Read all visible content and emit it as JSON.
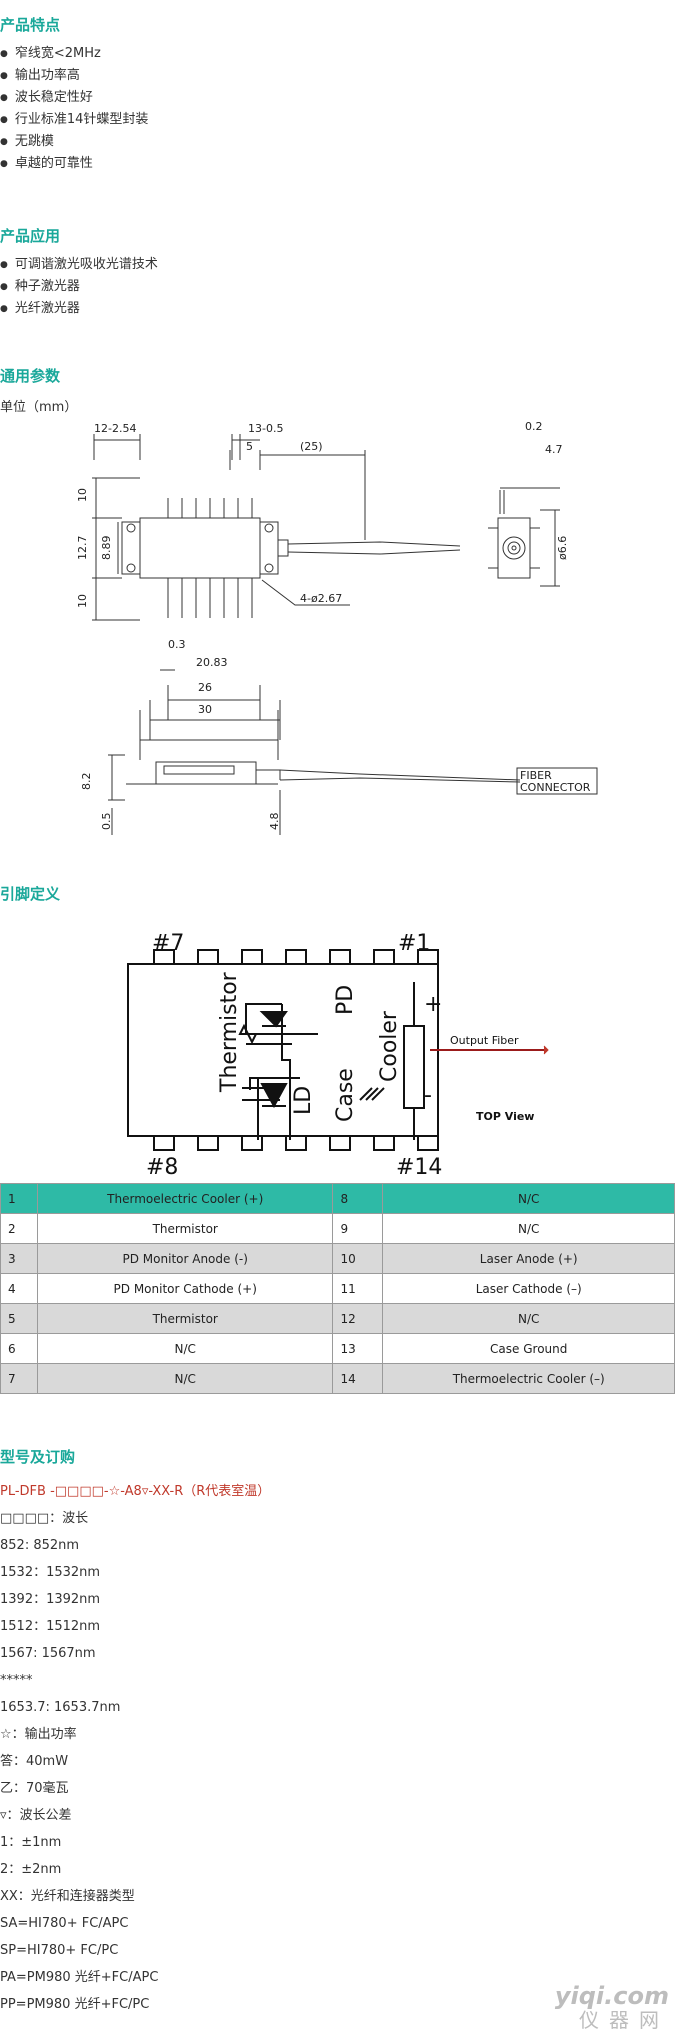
{
  "features": {
    "title": "产品特点",
    "items": [
      "窄线宽<2MHz",
      "输出功率高",
      "波长稳定性好",
      "行业标准14针蝶型封装",
      "无跳模",
      "卓越的可靠性"
    ]
  },
  "applications": {
    "title": "产品应用",
    "items": [
      "可调谐激光吸收光谱技术",
      "种子激光器",
      "光纤激光器"
    ]
  },
  "params": {
    "title": "通用参数",
    "unit": "单位（mm）",
    "dims": {
      "d1": "12-2.54",
      "d2": "13-0.5",
      "d3": "5",
      "d4": "(25)",
      "d5": "0.2",
      "d6": "4.7",
      "d7": "10",
      "d8": "12.7",
      "d9": "8.89",
      "d10": "10",
      "d11": "ø6.6",
      "d12": "4-ø2.67",
      "d13": "0.3",
      "d14": "20.83",
      "d15": "26",
      "d16": "30",
      "d17": "8.2",
      "d18": "0.5",
      "d19": "4.8",
      "fiber1": "FIBER",
      "fiber2": "CONNECTOR"
    }
  },
  "pinout": {
    "title": "引脚定义",
    "diagram": {
      "p7": "#7",
      "p1": "#1",
      "p8": "#8",
      "p14": "#14",
      "thermistor": "Thermistor",
      "pd": "PD",
      "ld": "LD",
      "case": "Case",
      "cooler": "Cooler",
      "plus": "+",
      "minus": "-",
      "output_fiber": "Output Fiber",
      "top_view": "TOP View"
    },
    "rows": [
      {
        "n1": "1",
        "f1": "Thermoelectric Cooler (+)",
        "n2": "8",
        "f2": "N/C",
        "style": "teal"
      },
      {
        "n1": "2",
        "f1": "Thermistor",
        "n2": "9",
        "f2": "N/C",
        "style": "white"
      },
      {
        "n1": "3",
        "f1": "PD Monitor Anode (-)",
        "n2": "10",
        "f2": "Laser Anode (+)",
        "style": "grey"
      },
      {
        "n1": "4",
        "f1": "PD Monitor Cathode (+)",
        "n2": "11",
        "f2": "Laser Cathode (–)",
        "style": "white"
      },
      {
        "n1": "5",
        "f1": "Thermistor",
        "n2": "12",
        "f2": "N/C",
        "style": "grey"
      },
      {
        "n1": "6",
        "f1": "N/C",
        "n2": "13",
        "f2": "Case Ground",
        "style": "white"
      },
      {
        "n1": "7",
        "f1": "N/C",
        "n2": "14",
        "f2": "Thermoelectric Cooler (–)",
        "style": "grey"
      }
    ]
  },
  "ordering": {
    "title": "型号及订购",
    "lines": [
      "PL-DFB -□□□□-☆-A8▿-XX-R（R代表室温）",
      "□□□□：波长",
      "852: 852nm",
      "1532：1532nm",
      "1392：1392nm",
      "1512：1512nm",
      "1567: 1567nm",
      "*****",
      "1653.7: 1653.7nm",
      "☆：输出功率",
      "答：40mW",
      "乙：70毫瓦",
      "▿：波长公差",
      "1：±1nm",
      "2：±2nm",
      "XX：光纤和连接器类型",
      "SA=HI780+ FC/APC",
      "SP=HI780+ FC/PC",
      "PA=PM980 光纤+FC/APC",
      "PP=PM980 光纤+FC/PC"
    ]
  },
  "watermark": {
    "line1": "yiqi.com",
    "line2": "仪器网"
  },
  "colors": {
    "accent": "#1aa89a",
    "table_teal": "#2ebaa6",
    "table_grey": "#d9d9d9",
    "model_red": "#c0392b"
  }
}
